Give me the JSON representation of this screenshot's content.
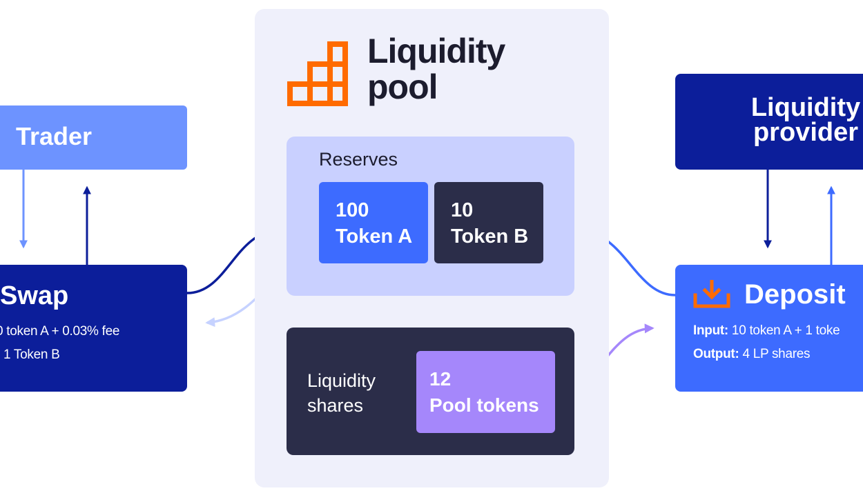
{
  "pool": {
    "title_line1": "Liquidity",
    "title_line2": "pool",
    "reserves_label": "Reserves",
    "token_a": {
      "amount": "100",
      "name": "Token A"
    },
    "token_b": {
      "amount": "10",
      "name": "Token B"
    },
    "shares_label_line1": "Liquidity",
    "shares_label_line2": "shares",
    "pool_tokens": {
      "amount": "12",
      "name": "Pool tokens"
    }
  },
  "trader": {
    "label": "Trader"
  },
  "swap": {
    "title": "Swap",
    "input_prefix": "",
    "input_value": "0 token A + 0.03% fee",
    "output_prefix": ":",
    "output_value": " 1 Token B"
  },
  "liquidity_provider": {
    "label_line1": "Liquidity",
    "label_line2": "provider"
  },
  "deposit": {
    "title": "Deposit",
    "input_label": "Input:",
    "input_value": " 10 token A + 1 toke",
    "output_label": "Output:",
    "output_value": " 4 LP shares"
  },
  "colors": {
    "orange": "#ff6b00",
    "dark_navy": "#0c1e9a",
    "blue": "#3d6bff",
    "light_blue": "#6d93ff",
    "purple": "#a587fb",
    "dark_slate": "#2b2d49"
  },
  "icons": [
    "logo-bars-icon",
    "download-icon",
    "arrow-icon"
  ]
}
